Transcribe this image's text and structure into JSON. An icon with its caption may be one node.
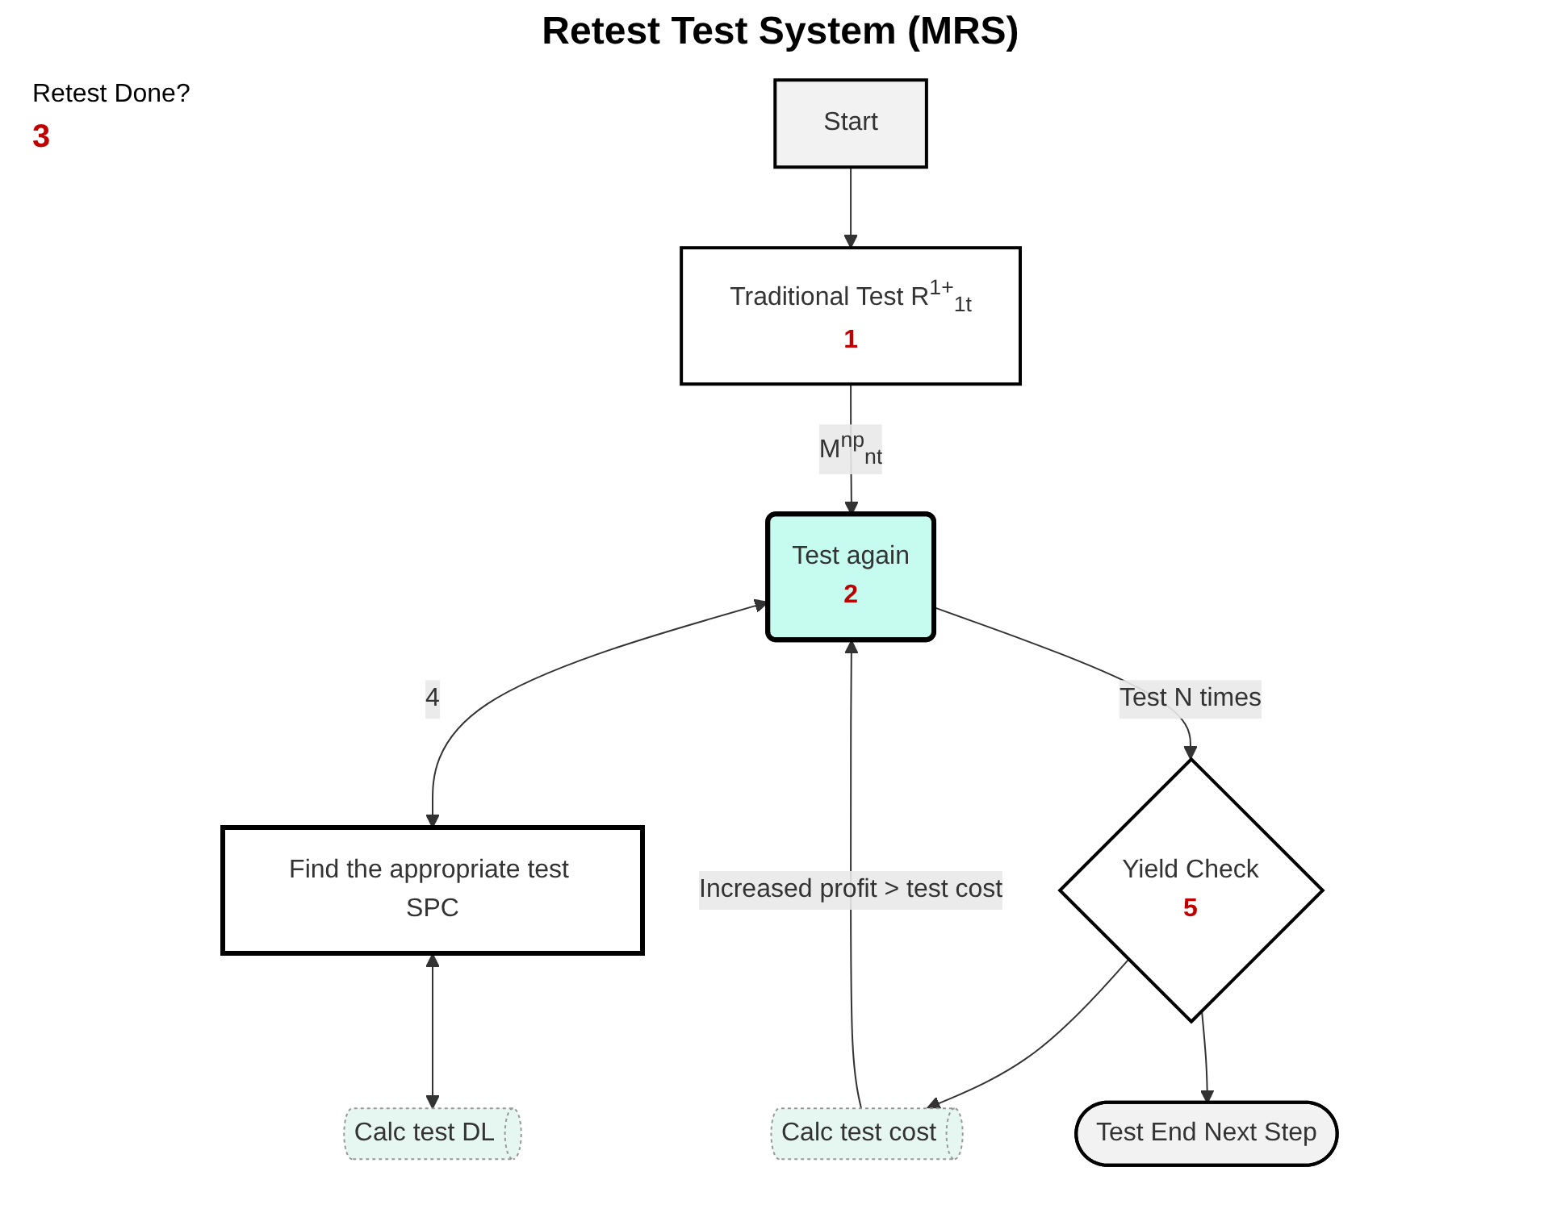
{
  "diagram": {
    "title": "Retest Test System (MRS)",
    "nodes": [
      {
        "text": [
          "Start"
        ]
      },
      {
        "text": [
          "Traditional Test R$^{1+}$$_{1t}$",
          "1"
        ]
      },
      {
        "text": [
          "Test  again",
          "2"
        ]
      },
      {
        "text": [
          "Find the appropriate test SPC"
        ]
      },
      {
        "text": [
          "Calc test DL"
        ]
      },
      {
        "text": [
          "Yield Check",
          "5"
        ]
      },
      {
        "text": [
          "Calc test cost"
        ]
      },
      {
        "text": [
          "Test End Next Step"
        ]
      }
    ],
    "edges": [
      {
        "from": 0,
        "to": 1,
        "arrow": "to"
      },
      {
        "from": 1,
        "to": 2,
        "arrow": "to",
        "label": "M$^{np}$$_{nt}$"
      },
      {
        "from": 2,
        "to": 3,
        "arrow": "both",
        "label": "4"
      },
      {
        "from": 3,
        "to": 4,
        "arrow": "both"
      },
      {
        "from": 2,
        "to": 5,
        "arrow": "to",
        "label": "Test N times"
      },
      {
        "from": 5,
        "to": 6,
        "arrow": "to"
      },
      {
        "from": 6,
        "to": 2,
        "arrow": "to",
        "label": "Increased profit > test cost"
      },
      {
        "from": 5,
        "to": 7,
        "arrow": "to"
      }
    ],
    "labels": [
      "Retest Done?",
      "3"
    ]
  }
}
